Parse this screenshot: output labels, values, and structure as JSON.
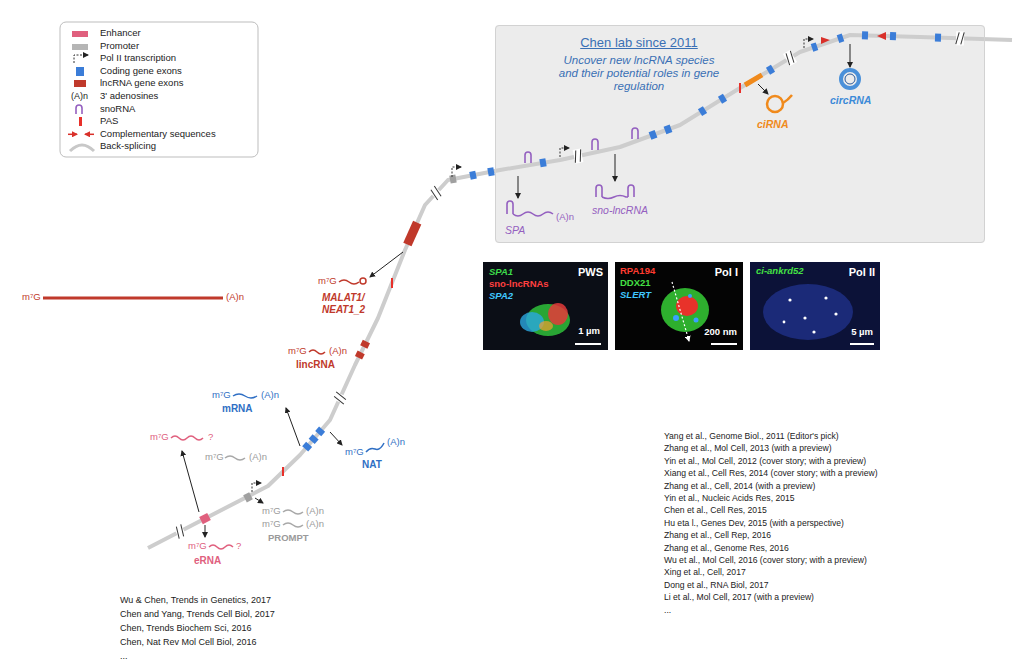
{
  "diagram": {
    "nodes": [
      {
        "text": [
          "Chen lab since 2011",
          "Uncover new lncRNA species and their potential roles in gene regulation"
        ]
      },
      {
        "text": [
          "SPA1",
          "sno-lncRNAs",
          "SPA2",
          "PWS",
          "1 µm"
        ]
      },
      {
        "text": [
          "RPA194",
          "DDX21",
          "SLERT",
          "Pol I",
          "200 nm"
        ]
      },
      {
        "text": [
          "ci-ankrd52",
          "Pol II",
          "5 µm"
        ]
      }
    ],
    "labels": [
      "(A)n",
      "m⁷G",
      "(A)n",
      "m⁷G",
      "?",
      "m⁷G",
      "(A)n",
      "m⁷G",
      "(A)n",
      "m⁷G",
      "(A)n",
      "PROMPT",
      "m⁷G",
      "?",
      "eRNA",
      "m⁷G",
      "(A)n",
      "mRNA",
      "m⁷G",
      "(A)n",
      "NAT",
      "m⁷G",
      "(A)n",
      "lincRNA",
      "m⁷G",
      "MALAT1/ NEAT1_2",
      "(A)n",
      "SPA",
      "sno-lncRNA",
      "ciRNA",
      "circRNA",
      "Wu & Chen, Trends in Genetics, 2017",
      "Chen and Yang, Trends Cell Biol, 2017",
      "Chen, Trends Biochem Sci, 2016",
      "Chen, Nat Rev Mol Cell Biol, 2016",
      "...",
      "Yang et al., Genome Biol., 2011 (Editor's pick)",
      "Zhang et al., Mol Cell, 2013 (with a preview)",
      "Yin et al., Mol Cell, 2012 (cover story; with a preview)",
      "Xiang et al., Cell Res, 2014 (cover story; with a preview)",
      "Zhang et al., Cell, 2014 (with a preview)",
      "Yin et al., Nucleic Acids Res, 2015",
      "Chen et al., Cell Res, 2015",
      "Hu eta l., Genes Dev, 2015 (with a perspective)",
      "Zhang et al., Cell Rep, 2016",
      "Zhang et al., Genome Res, 2016",
      "Wu et al., Mol Cell, 2016 (cover story; with a preview)",
      "Xing et al., Cell, 2017",
      "Dong et al., RNA Biol, 2017",
      "Li et al., Mol Cell, 2017 (with a preview)",
      "..."
    ],
    "legend": [
      {
        "text": "Enhancer",
        "color": "#e0607e"
      },
      {
        "text": "Promoter",
        "color": "#b5b5b5"
      },
      {
        "text": "Pol II transcription"
      },
      {
        "text": "Coding gene exons",
        "color": "#3b7dd8"
      },
      {
        "text": "lncRNA gene exons",
        "color": "#c0392b"
      },
      {
        "text": "3' adenosines"
      },
      {
        "text": "snoRNA"
      },
      {
        "text": "PAS",
        "color": "#e8302a"
      },
      {
        "text": "Complementary sequences"
      },
      {
        "text": "Back-splicing"
      }
    ]
  }
}
